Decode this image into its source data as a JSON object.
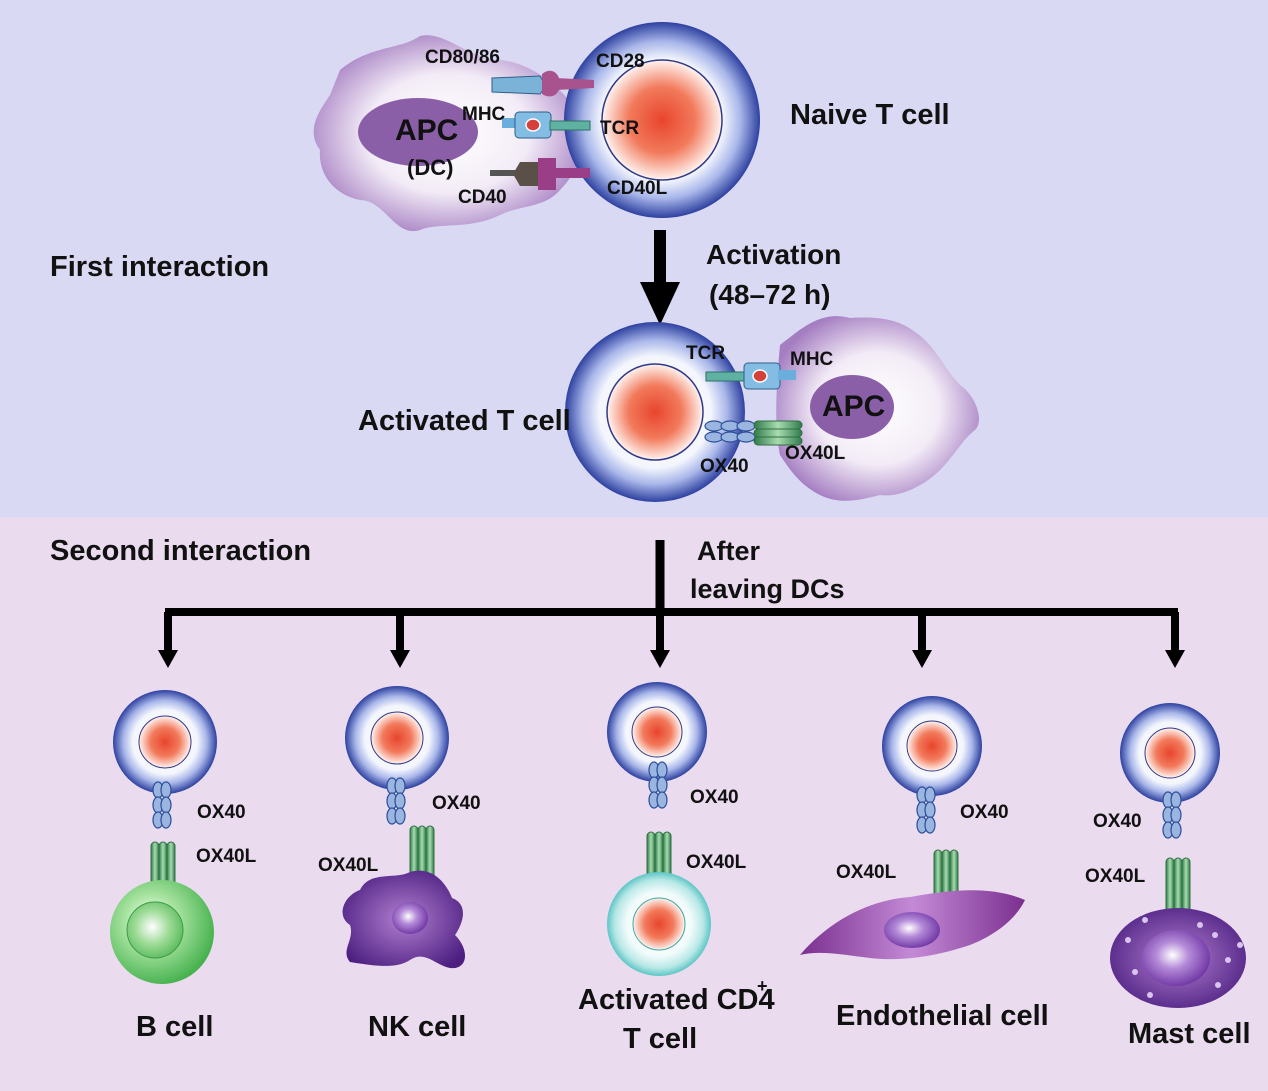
{
  "sections": {
    "first": "First interaction",
    "second": "Second interaction"
  },
  "top": {
    "apc_label": "APC",
    "dc_label": "(DC)",
    "cd80_label": "CD80/86",
    "cd28_label": "CD28",
    "mhc_label": "MHC",
    "tcr_label": "TCR",
    "cd40_label": "CD40",
    "cd40l_label": "CD40L",
    "naive_label": "Naive T cell",
    "activation_line1": "Activation",
    "activation_line2": "(48–72 h)",
    "activated_label": "Activated T cell",
    "tcr2_label": "TCR",
    "mhc2_label": "MHC",
    "apc2_label": "APC",
    "ox40_label": "OX40",
    "ox40l_label": "OX40L"
  },
  "bottom": {
    "after_line1": "After",
    "after_line2": "leaving DCs",
    "cells": [
      {
        "ox40": "OX40",
        "ox40l": "OX40L",
        "name": "B cell"
      },
      {
        "ox40": "OX40",
        "ox40l": "OX40L",
        "name": "NK cell"
      },
      {
        "ox40": "OX40",
        "ox40l": "OX40L",
        "name_line1": "Activated CD4",
        "superscript": "+",
        "name_line2": "T cell"
      },
      {
        "ox40": "OX40",
        "ox40l": "OX40L",
        "name": "Endothelial cell"
      },
      {
        "ox40": "OX40",
        "ox40l": "OX40L",
        "name": "Mast cell"
      }
    ]
  },
  "colors": {
    "top_bg": "#d9d9f3",
    "bottom_bg": "#eadbef",
    "apc_purple": "#8a5fa8",
    "tcell_ring": "#2d3f9a",
    "nucleus": "#e8563a"
  }
}
